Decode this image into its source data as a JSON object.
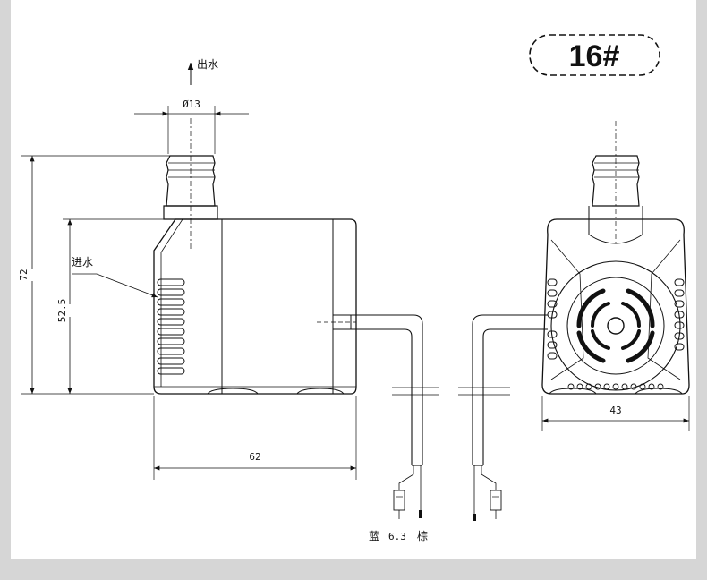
{
  "model_number": "16#",
  "outlet_label": "出水",
  "inlet_label": "进水",
  "dimensions": {
    "outlet_diameter": "Ø13",
    "total_height": "72",
    "body_height": "52.5",
    "length": "62",
    "width": "43"
  },
  "wire_label": {
    "left_color": "蓝",
    "terminal_size": "6.3",
    "right_color": "棕"
  }
}
